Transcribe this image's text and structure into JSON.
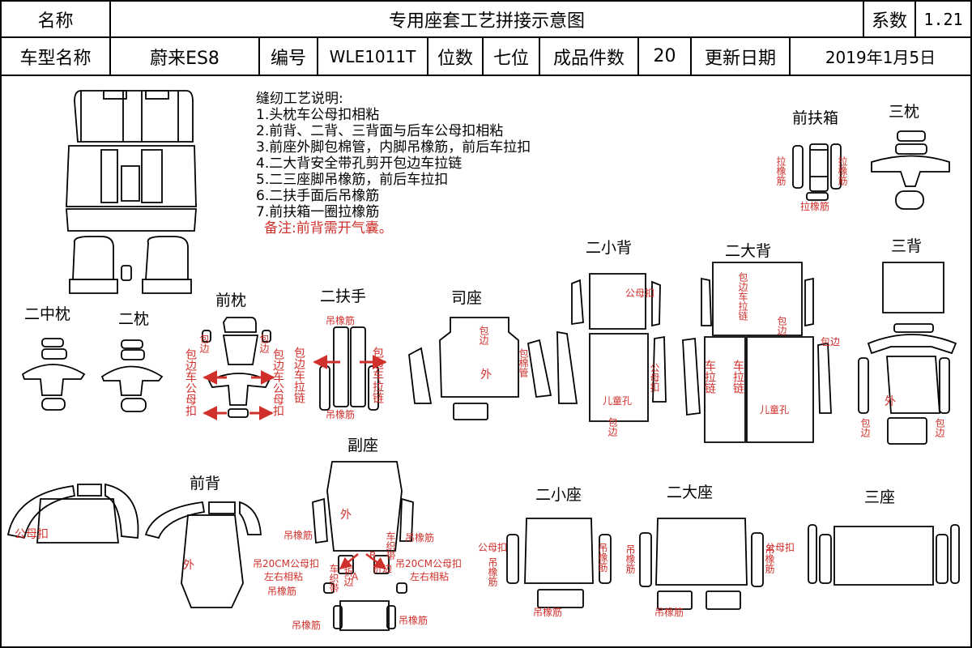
{
  "header": {
    "name_label": "名称",
    "title": "专用座套工艺拼接示意图",
    "coef_label": "系数",
    "coef_value": "1.21",
    "model_label": "车型名称",
    "model_value": "蔚来ES8",
    "code_label": "编号",
    "code_value": "WLE1011T",
    "seats_label": "位数",
    "seats_value": "七位",
    "pieces_label": "成品件数",
    "pieces_value": "20",
    "date_label": "更新日期",
    "date_value": "2019年1月5日"
  },
  "notes": {
    "heading": "缝纫工艺说明:",
    "items": [
      "1.头枕车公母扣相粘",
      "2.前背、二背、三背面与后车公母扣相粘",
      "3.前座外脚包棉管，内脚吊橡筋，前后车拉扣",
      "4.二大背安全带孔剪开包边车拉链",
      "5.二三座脚吊橡筋，前后车拉扣",
      "6.二扶手面后吊橡筋",
      "7.前扶箱一圈拉橡筋"
    ],
    "remark": "备注:前背需开气囊。"
  },
  "sections": {
    "front_armrest_box": "前扶箱",
    "third_pillow": "三枕",
    "second_mid_pillow": "二中枕",
    "second_pillow": "二枕",
    "front_pillow": "前枕",
    "second_armrest": "二扶手",
    "driver_seat": "司座",
    "second_small_back": "二小背",
    "second_large_back": "二大背",
    "third_back": "三背",
    "passenger_seat": "副座",
    "front_back": "前背",
    "second_small_seat": "二小座",
    "second_large_seat": "二大座",
    "third_seat": "三座"
  },
  "annotations": {
    "pull_elastic": "拉橡筋",
    "hang_elastic": "吊橡筋",
    "hook_loop": "公母扣",
    "edge": "包边",
    "edge_hook_loop": "包边车公母扣",
    "edge_zipper": "包边车拉链",
    "cotton_tube": "包棉管",
    "outer": "外",
    "child_hole": "儿童孔",
    "zipper": "车拉链",
    "hang_20cm": "吊20CM公母扣",
    "lr_stick": "左右相粘",
    "fold_edge": "折边",
    "seatbelt": "车织带",
    "a": "A",
    "b": "B"
  },
  "colors": {
    "accent_red": "#d0302b",
    "line": "#000000"
  }
}
